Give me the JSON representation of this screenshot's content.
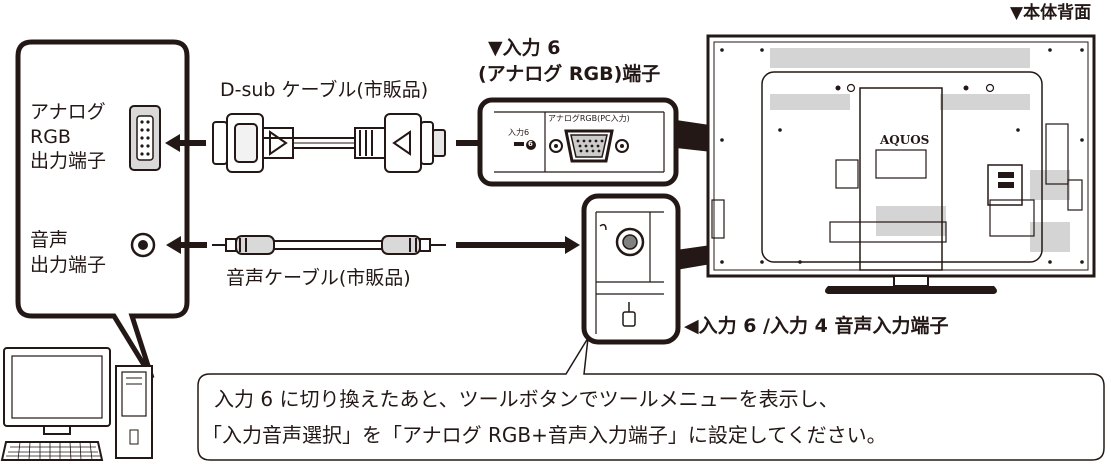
{
  "labels": {
    "rear_view": "▼本体背面",
    "input6_line1": "▼入力 6",
    "input6_line2": "(アナログ RGB)端子",
    "dsub_cable": "D-sub ケーブル(市販品)",
    "audio_cable": "音声ケーブル(市販品)",
    "pc_analog_out": "アナログ\nRGB\n出力端子",
    "pc_audio_out": "音声\n出力端子",
    "audio_input": "◀入力 6 /入力 4 音声入力端子",
    "panel_analog_rgb": "アナログRGB(PC入力)",
    "panel_input6": "入力6",
    "panel_badge": "6",
    "tv_logo": "AQUOS"
  },
  "note": {
    "line1": "入力 6 に切り換えたあと、ツールボタンでツールメニューを表示し、",
    "line2": "「入力音声選択」を「アナログ RGB+音声入力端子」に設定してください。"
  }
}
